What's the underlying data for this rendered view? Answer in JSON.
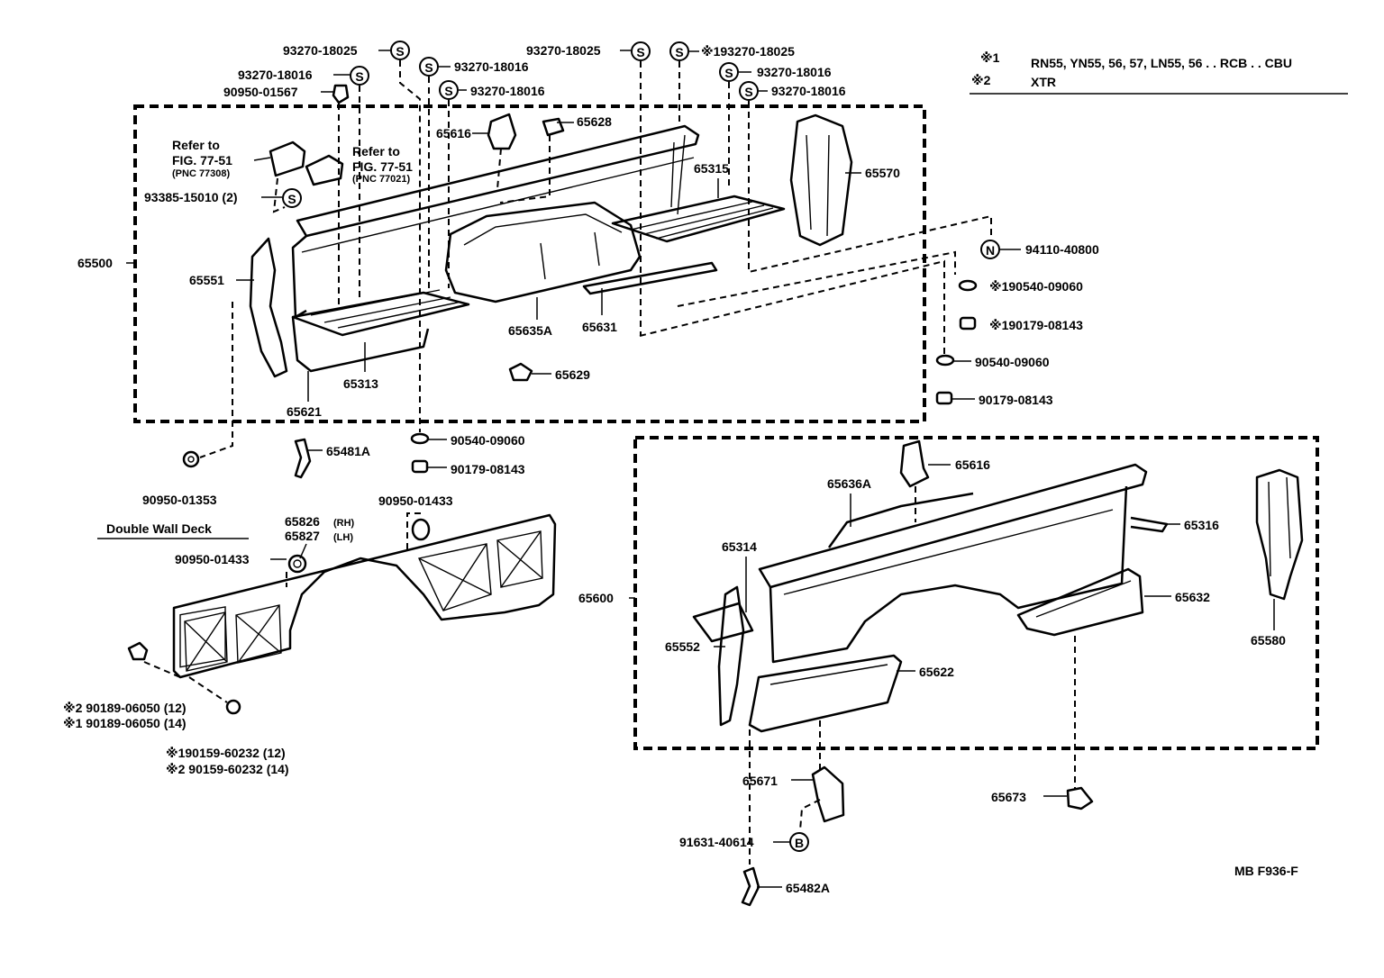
{
  "legend": [
    {
      "mark": "※1",
      "text": "RN55, YN55, 56, 57, LN55, 56 . . RCB . . CBU"
    },
    {
      "mark": "※2",
      "text": "XTR"
    }
  ],
  "refs": {
    "ref_a_line1": "Refer to",
    "ref_a_line2": "FIG. 77-51",
    "ref_a_pnc": "(PNC 77308)",
    "ref_b_line1": "Refer to",
    "ref_b_line2": "FIG. 77-51",
    "ref_b_pnc": "(PNC 77021)"
  },
  "symbols": {
    "s": "S",
    "n": "N",
    "b": "B"
  },
  "section_label": "Double Wall Deck",
  "figure_code": "MB F936-F",
  "labels": {
    "p93270_18025_a": "93270-18025",
    "p93270_18016_a": "93270-18016",
    "p90950_01567": "90950-01567",
    "p93270_18016_b": "93270-18016",
    "p93270_18016_c": "93270-18016",
    "p93270_18025_b": "93270-18025",
    "p93270_18025_c": "※193270-18025",
    "p93270_18016_d": "93270-18016",
    "p93270_18016_e": "93270-18016",
    "p65616_a": "65616",
    "p65628": "65628",
    "p65315": "65315",
    "p65570": "65570",
    "p93385": "93385-15010 (2)",
    "p65500": "65500",
    "p65551": "65551",
    "p94110": "94110-40800",
    "p190540": "※190540-09060",
    "p190179": "※190179-08143",
    "p90540_a": "90540-09060",
    "p90179_a": "90179-08143",
    "p65635A": "65635A",
    "p65631": "65631",
    "p65629": "65629",
    "p65313": "65313",
    "p65621": "65621",
    "p90540_b": "90540-09060",
    "p90179_b": "90179-08143",
    "p65481A": "65481A",
    "p90950_01353": "90950-01353",
    "p90950_01433_a": "90950-01433",
    "p65826": "65826",
    "p65826_rh": "(RH)",
    "p65827": "65827",
    "p65827_lh": "(LH)",
    "p90950_01433_b": "90950-01433",
    "p90189_2": "※2 90189-06050 (12)",
    "p90189_1": "※1 90189-06050 (14)",
    "p90159_1": "※190159-60232 (12)",
    "p90159_2": "※2 90159-60232 (14)",
    "p65616_b": "65616",
    "p65636A": "65636A",
    "p65316": "65316",
    "p65314": "65314",
    "p65600": "65600",
    "p65632": "65632",
    "p65580": "65580",
    "p65552": "65552",
    "p65622": "65622",
    "p65671": "65671",
    "p65673": "65673",
    "p91631": "91631-40614",
    "p65482A": "65482A"
  }
}
